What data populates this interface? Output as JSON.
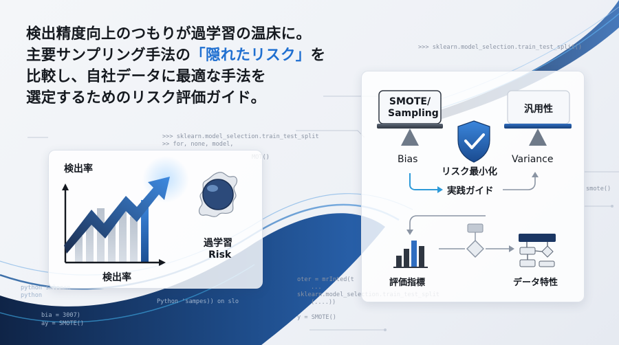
{
  "headline": {
    "line1": "検出精度向上のつもりが過学習の温床に。",
    "line2_pre": "主要サンプリング手法の",
    "line2_accent": "「隠れたリスク」",
    "line2_post": "を",
    "line3": "比較し、自社データに最適な手法を",
    "line4": "選定するためのリスク評価ガイド。"
  },
  "code": {
    "top_right": ">>> sklearn.model_selection.train_test_split()",
    "mid_1": ">>> sklearn.model_selection.train_test_split",
    "mid_2": ">> for, none, model,",
    "mid_3": "MOT()",
    "right_smote": "smote()",
    "bottom_1": "oter = mrInted(t",
    "bottom_2": "...",
    "bottom_3": "sklearn.model_selection.train_test_split",
    "bottom_4": "(....))",
    "bottom_5": "y = SMOTE()",
    "bottom_left_1": "python sklearn",
    "bottom_left_2": "python",
    "bottom_left_3": "Python 'sampes)) on slo",
    "bottom_left_4": "bia = 3007)",
    "bottom_left_5": "ay = SMOTE()"
  },
  "left_card": {
    "y_label": "検出率",
    "x_label": "検出率",
    "risk_label_1": "過学習",
    "risk_label_2": "Risk",
    "bars": [
      0.38,
      0.62,
      0.78,
      0.55,
      0.82,
      0.66,
      0.9
    ]
  },
  "right_card": {
    "left_pan_label_1": "SMOTE/",
    "left_pan_label_2": "Sampling",
    "right_pan_label": "汎用性",
    "bias_label": "Bias",
    "center_label": "リスク最小化",
    "variance_label": "Variance",
    "guide_label": "実践ガイド",
    "metrics_label": "評価指標",
    "features_label": "データ特性"
  },
  "colors": {
    "accent": "#1f6fd0",
    "navy": "#1b2d4f",
    "steel": "#6f7a89",
    "cyan": "#3aa0d8"
  },
  "icons": [
    "shield-check-icon",
    "bar-chart-icon",
    "flowchart-icon",
    "balance-scale-icon",
    "virus-sphere-icon",
    "growth-arrow-icon"
  ]
}
